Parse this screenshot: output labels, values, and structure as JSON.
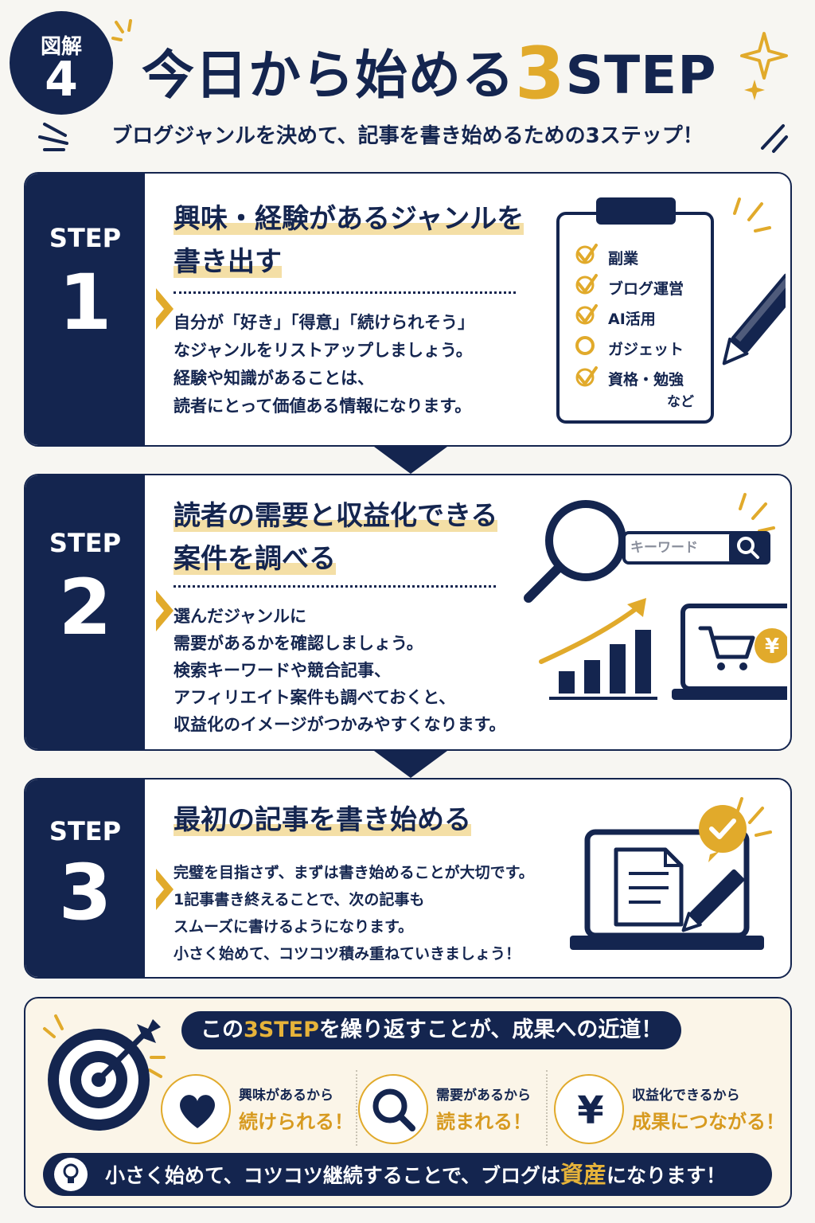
{
  "header": {
    "badge_label": "図解",
    "badge_number": "4",
    "title_main": "今日から始める",
    "title_number": "3",
    "title_suffix": "STEP",
    "subtitle": "ブログジャンルを決めて、記事を書き始めるための3ステップ！"
  },
  "colors": {
    "navy": "#14254f",
    "gold": "#e1aa2b",
    "highlight": "#f4dfa6",
    "background": "#f7f6f2"
  },
  "steps": [
    {
      "label": "STEP",
      "number": "1",
      "title_lines": [
        "興味・経験があるジャンルを",
        "書き出す"
      ],
      "body_lines": [
        "自分が「好き」「得意」「続けられそう」",
        "なジャンルをリストアップしましょう。",
        "経験や知識があることは、",
        "読者にとって価値ある情報になります。"
      ],
      "illustration": {
        "icon": "clipboard-checklist-icon",
        "items": [
          "副業",
          "ブログ運営",
          "AI活用",
          "ガジェット",
          "資格・勉強"
        ],
        "footer": "など"
      }
    },
    {
      "label": "STEP",
      "number": "2",
      "title_lines": [
        "読者の需要と収益化できる",
        "案件を調べる"
      ],
      "body_lines": [
        "選んだジャンルに",
        "需要があるかを確認しましょう。",
        "検索キーワードや競合記事、",
        "アフィリエイト案件も調べておくと、",
        "収益化のイメージがつかみやすくなります。"
      ],
      "illustration": {
        "icon": "search-growth-laptop-icon",
        "search_placeholder": "キーワード"
      }
    },
    {
      "label": "STEP",
      "number": "3",
      "title_lines": [
        "最初の記事を書き始める"
      ],
      "body_lines": [
        "完璧を目指さず、まずは書き始めることが大切です。",
        "1記事書き終えることで、次の記事も",
        "スムーズに書けるようになります。",
        "小さく始めて、コツコツ積み重ねていきましょう！"
      ],
      "illustration": {
        "icon": "laptop-document-pencil-icon"
      }
    }
  ],
  "summary": {
    "headline_pre": "この",
    "headline_highlight": "3STEP",
    "headline_post": "を繰り返すことが、成果への近道！",
    "features": [
      {
        "icon": "heart-icon",
        "line1": "興味があるから",
        "line2": "続けられる！"
      },
      {
        "icon": "magnifier-icon",
        "line1": "需要があるから",
        "line2": "読まれる！"
      },
      {
        "icon": "yen-icon",
        "line1": "収益化できるから",
        "line2": "成果につながる！"
      }
    ],
    "footer_pre": "小さく始めて、コツコツ継続することで、ブログは",
    "footer_highlight": "資産",
    "footer_post": "になります！"
  }
}
